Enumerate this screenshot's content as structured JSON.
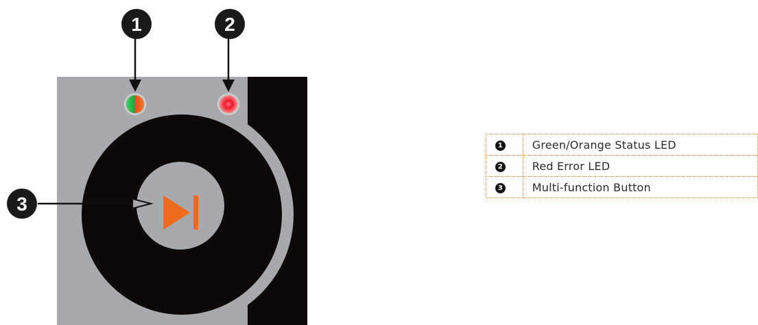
{
  "callouts": [
    {
      "number": "1",
      "label": "Green/Orange Status LED"
    },
    {
      "number": "2",
      "label": "Red Error LED"
    },
    {
      "number": "3",
      "label": "Multi-function Button"
    }
  ],
  "colors": {
    "panel": "#a7a9ac",
    "dark": "#0d0909",
    "accent_orange": "#ec6b1e",
    "led_green": "#2fbf4a",
    "led_red": "#e8102a",
    "legend_border": "#e8862c"
  }
}
